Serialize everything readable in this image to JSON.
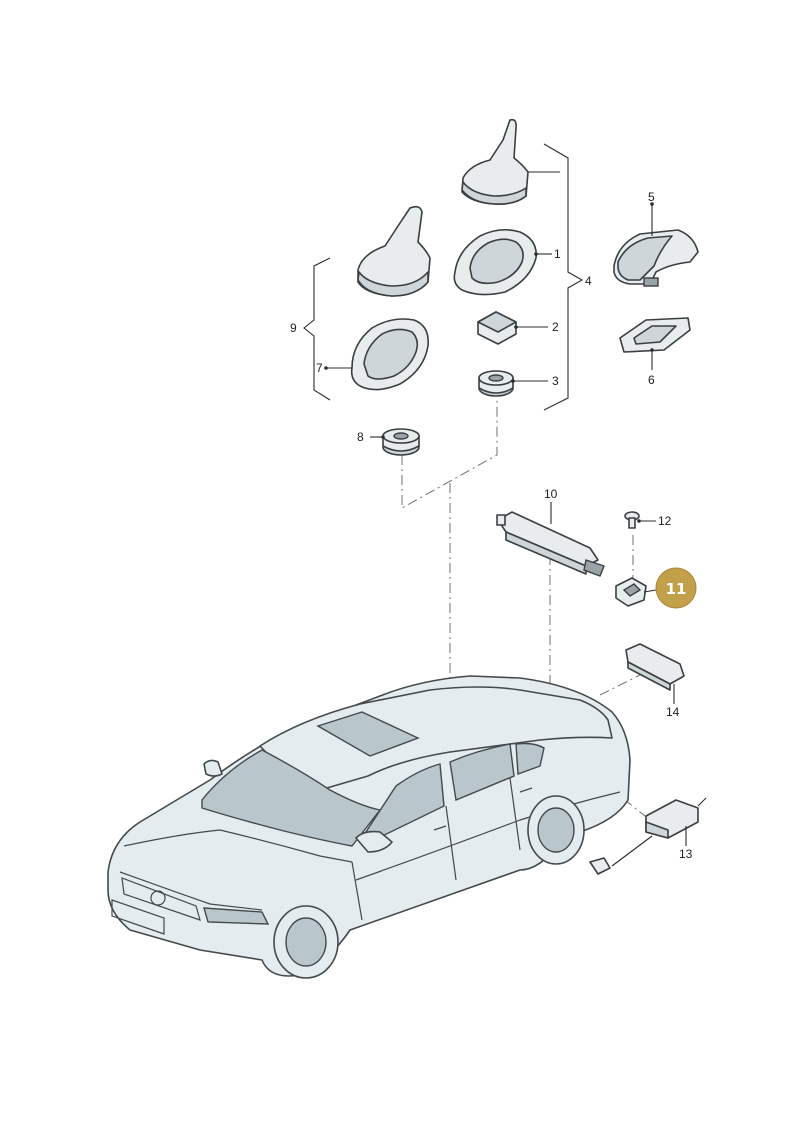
{
  "callouts": {
    "c1": "1",
    "c2": "2",
    "c3": "3",
    "c4": "4",
    "c5": "5",
    "c6": "6",
    "c7": "7",
    "c8": "8",
    "c9": "9",
    "c10": "10",
    "c11": "11",
    "c12": "12",
    "c13": "13",
    "c14": "14"
  },
  "highlight": {
    "selected_part": "11",
    "color": "#c2a04a"
  },
  "colors": {
    "part_fill": "#e8eced",
    "glass": "#b9c7cc",
    "line": "#2a2d2f"
  }
}
